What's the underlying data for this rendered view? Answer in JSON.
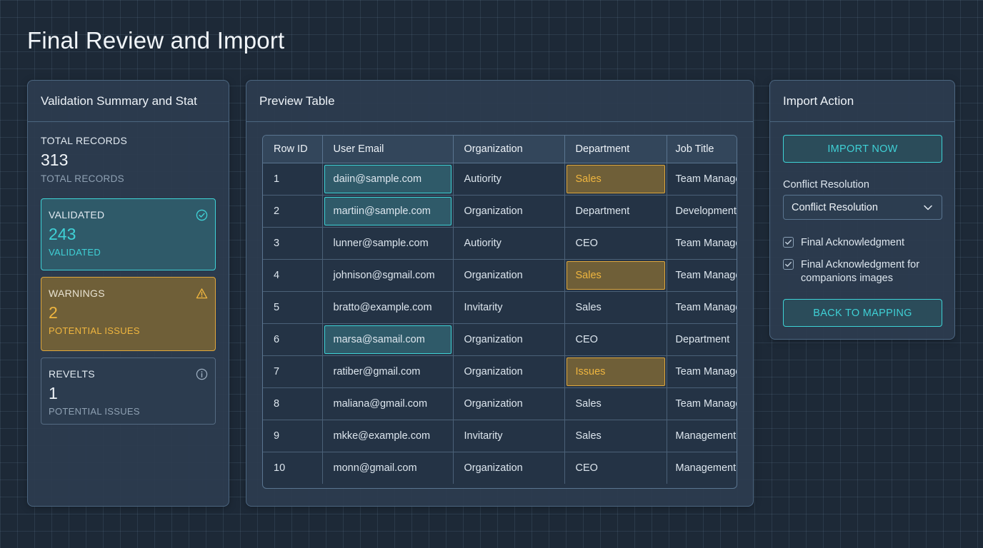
{
  "page": {
    "title": "Final Review and Import"
  },
  "summary": {
    "title": "Validation Summary and Stat",
    "total": {
      "label": "TOTAL RECORDS",
      "value": "313",
      "sub": "TOTAL RECORDS"
    },
    "validated": {
      "label": "VALIDATED",
      "value": "243",
      "sub": "VALIDATED",
      "icon": "check-circle-icon",
      "color": "#3fd1d6"
    },
    "warnings": {
      "label": "WARNINGS",
      "value": "2",
      "sub": "POTENTIAL ISSUES",
      "icon": "warning-triangle-icon",
      "color": "#f0b63f"
    },
    "revelts": {
      "label": "REVELTS",
      "value": "1",
      "sub": "POTENTIAL ISSUES",
      "icon": "info-icon"
    }
  },
  "preview": {
    "title": "Preview Table",
    "columns": [
      "Row ID",
      "User Email",
      "Organization",
      "Department",
      "Job Title"
    ],
    "rows": [
      [
        "1",
        "daiin@sample.com",
        "Autiority",
        "Sales",
        "Team Manager"
      ],
      [
        "2",
        "martiin@sample.com",
        "Organization",
        "Department",
        "Development"
      ],
      [
        "3",
        "lunner@sample.com",
        "Autiority",
        "CEO",
        "Team Manager"
      ],
      [
        "4",
        "johnison@sgmail.com",
        "Organization",
        "Sales",
        "Team Manager"
      ],
      [
        "5",
        "bratto@example.com",
        "Invitarity",
        "Sales",
        "Team Manager"
      ],
      [
        "6",
        "marsa@samail.com",
        "Organization",
        "CEO",
        "Department"
      ],
      [
        "7",
        "ratiber@gmail.com",
        "Organization",
        "Issues",
        "Team Manager"
      ],
      [
        "8",
        "maliana@gmail.com",
        "Organization",
        "Sales",
        "Team Manager"
      ],
      [
        "9",
        "mkke@example.com",
        "Invitarity",
        "Sales",
        "Management"
      ],
      [
        "10",
        "monn@gmail.com",
        "Organization",
        "CEO",
        "Management"
      ]
    ],
    "highlights": {
      "cyan": [
        [
          0,
          1
        ],
        [
          1,
          1
        ],
        [
          5,
          1
        ]
      ],
      "amber": [
        [
          0,
          3
        ],
        [
          3,
          3
        ],
        [
          6,
          3
        ]
      ]
    }
  },
  "import": {
    "title": "Import Action",
    "import_button": "IMPORT NOW",
    "conflict_label": "Conflict Resolution",
    "conflict_value": "Conflict Resolution",
    "check1": "Final Acknowledgment",
    "check2": "Final Acknowledgment for companions images",
    "back_button": "BACK TO MAPPING",
    "accent": "#3ed3d6"
  }
}
